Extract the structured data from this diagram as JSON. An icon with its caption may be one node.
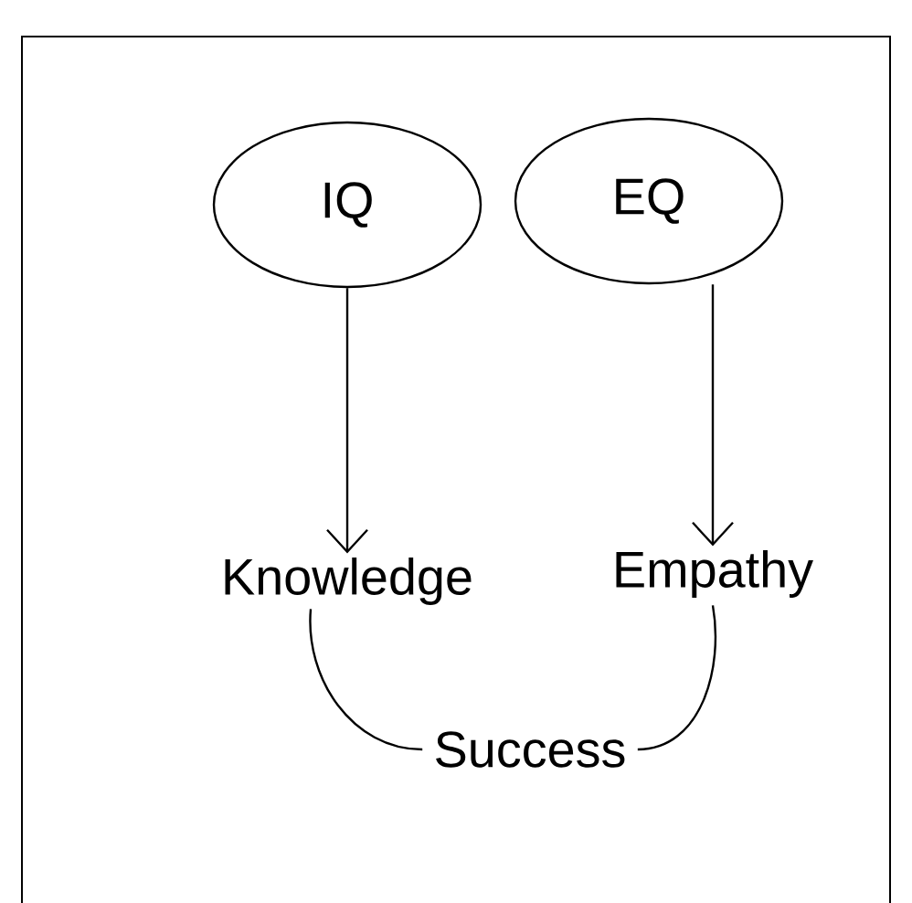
{
  "diagram": {
    "nodes": [
      {
        "text": [
          "IQ"
        ]
      },
      {
        "text": [
          "EQ"
        ]
      },
      {
        "text": [
          "Knowledge"
        ]
      },
      {
        "text": [
          "Empathy"
        ]
      },
      {
        "text": [
          "Success"
        ]
      }
    ],
    "edges": [
      {
        "from": 0,
        "to": 2,
        "arrow": "to"
      },
      {
        "from": 1,
        "to": 3,
        "arrow": "to"
      },
      {
        "from": 2,
        "to": 4,
        "arrow": "none"
      },
      {
        "from": 3,
        "to": 4,
        "arrow": "none"
      }
    ]
  }
}
